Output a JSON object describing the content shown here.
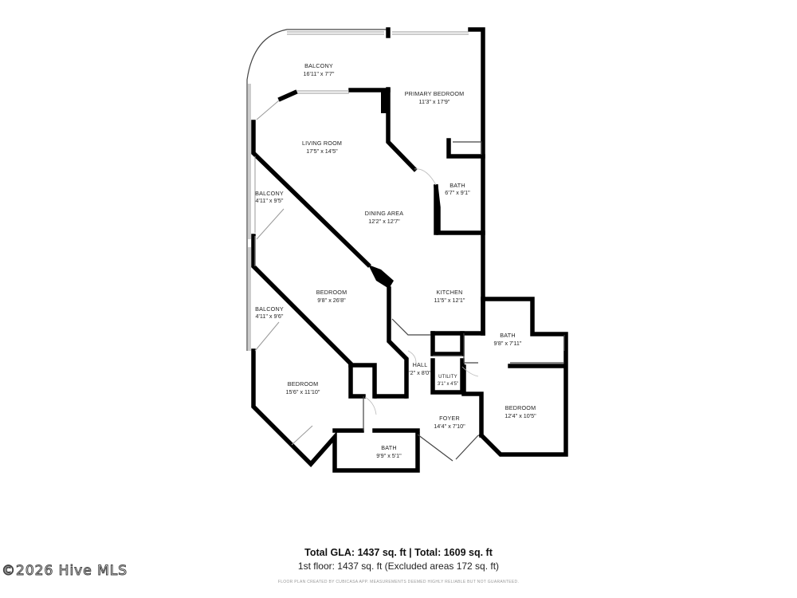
{
  "rooms": {
    "balcony_top": {
      "name": "BALCONY",
      "dims": "16'11\" x 7'7\""
    },
    "primary_bedroom": {
      "name": "PRIMARY BEDROOM",
      "dims": "11'3\" x 17'9\""
    },
    "living_room": {
      "name": "LIVING ROOM",
      "dims": "17'5\" x 14'5\""
    },
    "bath_primary": {
      "name": "BATH",
      "dims": "6'7\" x 9'1\""
    },
    "balcony_mid": {
      "name": "BALCONY",
      "dims": "4'11\" x 9'5\""
    },
    "dining_area": {
      "name": "DINING AREA",
      "dims": "12'2\" x 12'7\""
    },
    "bedroom_middle": {
      "name": "BEDROOM",
      "dims": "9'8\" x 26'8\""
    },
    "kitchen": {
      "name": "KITCHEN",
      "dims": "11'5\" x 12'1\""
    },
    "balcony_low": {
      "name": "BALCONY",
      "dims": "4'11\" x 9'6\""
    },
    "bath_right": {
      "name": "BATH",
      "dims": "9'8\" x 7'11\""
    },
    "hall": {
      "name": "HALL",
      "dims": "'2\" x 8'0\""
    },
    "utility": {
      "name": "UTILITY",
      "dims": "3'1\" x 4'5\""
    },
    "bedroom_left": {
      "name": "BEDROOM",
      "dims": "15'6\" x 11'10\""
    },
    "bedroom_right": {
      "name": "BEDROOM",
      "dims": "12'4\" x 10'5\""
    },
    "foyer": {
      "name": "FOYER",
      "dims": "14'4\" x 7'10\""
    },
    "bath_bottom": {
      "name": "BATH",
      "dims": "9'9\" x 5'1\""
    }
  },
  "summary": {
    "totals": "Total GLA: 1437 sq. ft | Total: 1609 sq. ft",
    "floor": "1st floor: 1437 sq. ft (Excluded areas 172 sq. ft)",
    "disclaimer": "FLOOR PLAN CREATED BY CUBICASA APP. MEASUREMENTS DEEMED HIGHLY RELIABLE BUT NOT GUARANTEED."
  },
  "watermark": "©2026 Hive MLS",
  "colors": {
    "wall": "#000000",
    "text": "#222222",
    "background": "#ffffff"
  }
}
